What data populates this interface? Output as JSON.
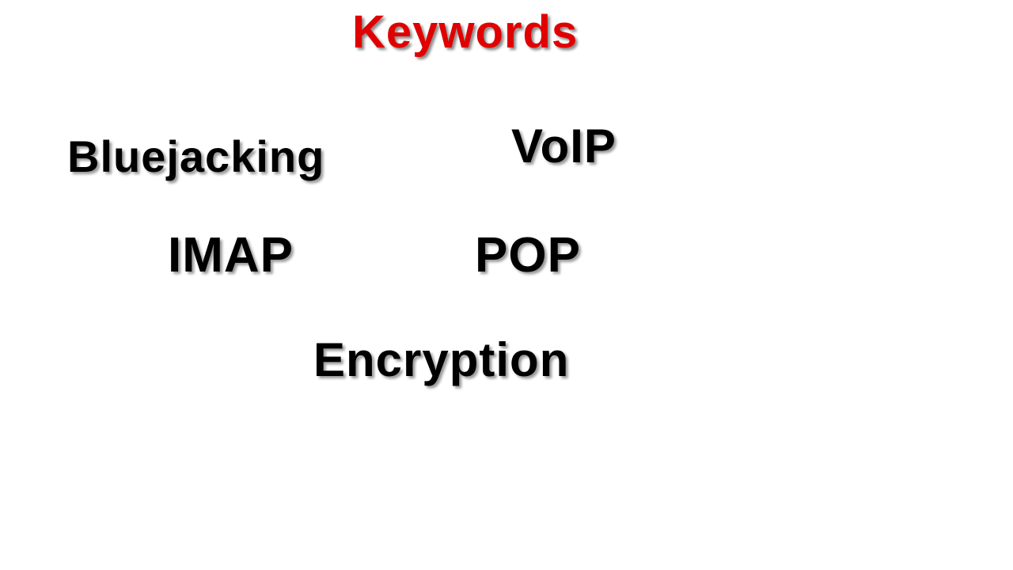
{
  "slide": {
    "title": "Keywords",
    "colors": {
      "title": "#e00000",
      "keyword": "#000000",
      "background": "#ffffff"
    },
    "keywords": [
      {
        "label": "Bluejacking"
      },
      {
        "label": "VoIP"
      },
      {
        "label": "IMAP"
      },
      {
        "label": "POP"
      },
      {
        "label": "Encryption"
      }
    ]
  }
}
